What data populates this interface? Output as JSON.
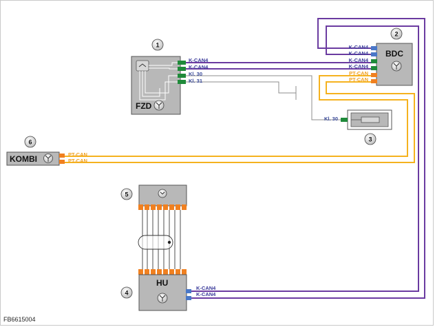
{
  "diagram": {
    "footer_code": "FB6615004",
    "components": {
      "fzd": {
        "number": "1",
        "name": "FZD"
      },
      "bdc": {
        "number": "2",
        "name": "BDC"
      },
      "comp3": {
        "number": "3"
      },
      "hu": {
        "number": "4",
        "name": "HU"
      },
      "comp5": {
        "number": "5"
      },
      "kombi": {
        "number": "6",
        "name": "KOMBI"
      }
    },
    "labels": {
      "fzd_1": "K-CAN4",
      "fzd_2": "K-CAN4",
      "fzd_3": "Kl. 30",
      "fzd_4": "Kl. 31",
      "bdc_1": "K-CAN4",
      "bdc_2": "K-CAN4",
      "bdc_3": "K-CAN4",
      "bdc_4": "K-CAN4",
      "bdc_5": "PT-CAN",
      "bdc_6": "PT-CAN",
      "comp3_1": "Kl. 30",
      "kombi_1": "PT-CAN",
      "kombi_2": "PT-CAN",
      "hu_1": "K-CAN4",
      "hu_2": "K-CAN4"
    },
    "colors": {
      "k_can4": "#6a3aa0",
      "pt_can": "#f5b21e",
      "ground": "#909090",
      "box_fill": "#b8b8b8",
      "pin_green": "#1f8a3a",
      "pin_blue": "#4a78c8",
      "pin_orange": "#f08020"
    }
  }
}
